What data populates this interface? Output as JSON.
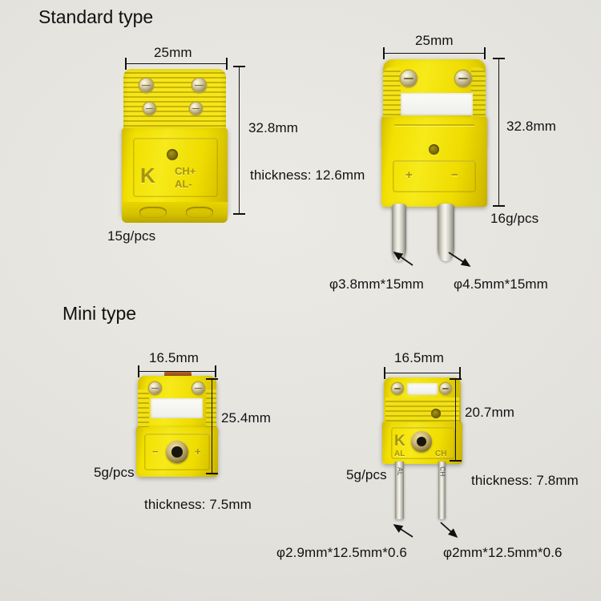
{
  "image": {
    "subject": "K-type thermocouple connector dimension chart",
    "background_color": "#e4e3df",
    "body_color": "#f0dc00"
  },
  "sections": [
    {
      "id": "standard",
      "title": "Standard type"
    },
    {
      "id": "mini",
      "title": "Mini type"
    }
  ],
  "connectors": [
    {
      "id": "standard-female",
      "type": "female",
      "size_class": "standard",
      "width": "25mm",
      "height": "32.8mm",
      "thickness": "thickness: 12.6mm",
      "weight": "15g/pcs",
      "markings": {
        "type_code": "K",
        "polarity_positive": "CH+",
        "polarity_negative": "AL-"
      },
      "screw_count": 4,
      "socket_count": 2
    },
    {
      "id": "standard-male",
      "type": "male",
      "size_class": "standard",
      "width": "25mm",
      "height": "32.8mm",
      "weight": "16g/pcs",
      "markings": {
        "positive": "+",
        "negative": "−"
      },
      "screw_count": 2,
      "pins": [
        {
          "position": "left",
          "spec": "φ3.8mm*15mm"
        },
        {
          "position": "right",
          "spec": "φ4.5mm*15mm"
        }
      ]
    },
    {
      "id": "mini-female",
      "type": "female",
      "size_class": "mini",
      "width": "16.5mm",
      "height": "25.4mm",
      "thickness": "thickness: 7.5mm",
      "weight": "5g/pcs",
      "markings": {
        "positive": "+",
        "negative": "−"
      },
      "screw_count": 2,
      "socket_count": 1
    },
    {
      "id": "mini-male",
      "type": "male",
      "size_class": "mini",
      "width": "16.5mm",
      "height": "20.7mm",
      "thickness": "thickness: 7.8mm",
      "weight": "5g/pcs",
      "markings": {
        "type_code": "K",
        "polarity_negative": "AL",
        "polarity_positive": "CH"
      },
      "screw_count": 2,
      "pins": [
        {
          "position": "left",
          "label": "AL",
          "spec": "φ2.9mm*12.5mm*0.6"
        },
        {
          "position": "right",
          "label": "CH",
          "spec": "φ2mm*12.5mm*0.6"
        }
      ]
    }
  ]
}
